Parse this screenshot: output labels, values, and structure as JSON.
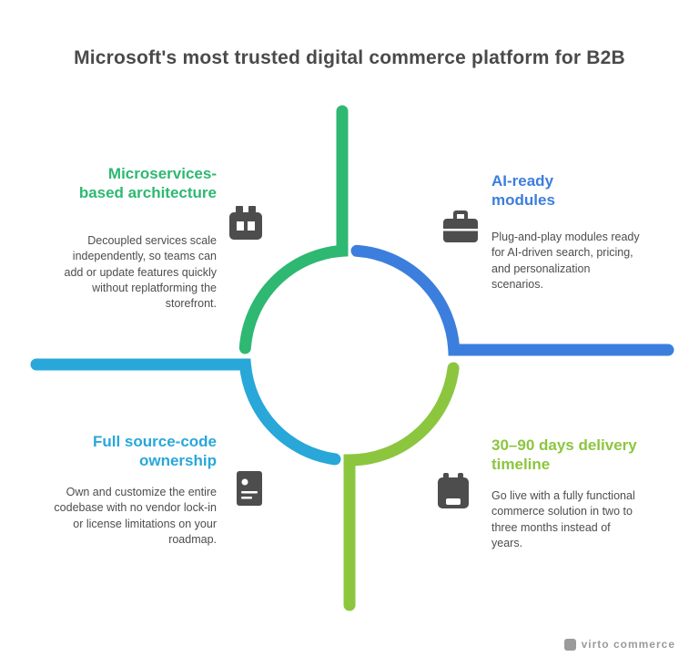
{
  "title": "Microsoft's most trusted digital commerce platform for B2B",
  "colors": {
    "arc_green": "#2eb872",
    "arc_blue": "#3c7edd",
    "arc_cyan": "#29a7d9",
    "arc_lime": "#8cc63f",
    "text_gray": "#4d4d4d",
    "title_gray": "#4a4a4a",
    "watermark_gray": "#9b9b9b"
  },
  "sections": [
    {
      "id": "microservices",
      "heading": "Microservices-based architecture",
      "body": "Decoupled services scale independently, so teams can add or update features quickly without replatforming the storefront.",
      "icon": "chip-icon",
      "color": "#2eb872"
    },
    {
      "id": "ai-ready",
      "heading": "AI-ready modules",
      "body": "Plug-and-play modules ready for AI-driven search, pricing, and personalization scenarios.",
      "icon": "briefcase-icon",
      "color": "#3c7edd"
    },
    {
      "id": "source-code",
      "heading": "Full source-code ownership",
      "body": "Own and customize the entire codebase with no vendor lock-in or license limitations on your roadmap.",
      "icon": "code-file-icon",
      "color": "#29a7d9"
    },
    {
      "id": "delivery",
      "heading": "30–90 days delivery timeline",
      "body": "Go live with a fully functional commerce solution in two to three months instead of years.",
      "icon": "calendar-icon",
      "color": "#8cc63f"
    }
  ],
  "watermark": "virto commerce"
}
